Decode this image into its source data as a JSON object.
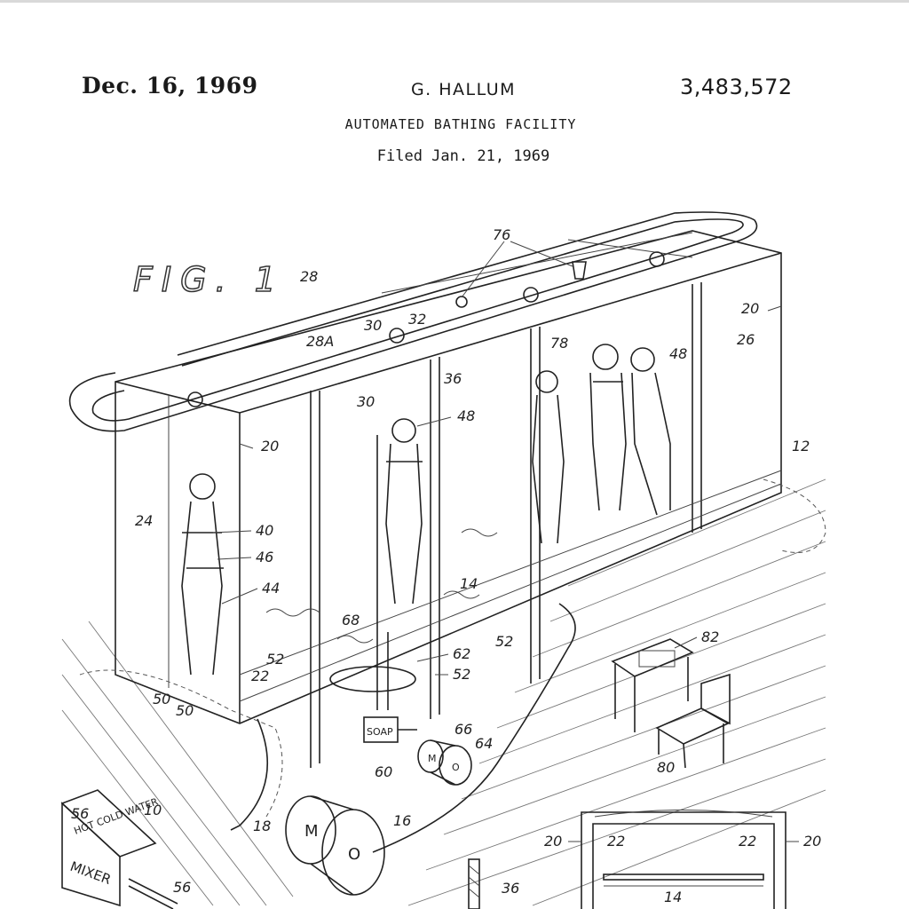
{
  "header": {
    "date": "Dec. 16, 1969",
    "inventor": "G. HALLUM",
    "patent_number": "3,483,572",
    "title": "AUTOMATED BATHING FACILITY",
    "filed": "Filed Jan. 21, 1969"
  },
  "figure": {
    "label": "FIG. 1",
    "reference_numerals": [
      "76",
      "28",
      "28A",
      "30",
      "32",
      "20",
      "26",
      "78",
      "48",
      "36",
      "30",
      "20",
      "12",
      "24",
      "48",
      "40",
      "46",
      "14",
      "44",
      "68",
      "52",
      "82",
      "62",
      "52",
      "52",
      "50",
      "50",
      "22",
      "66",
      "64",
      "60",
      "80",
      "10",
      "56",
      "16",
      "18",
      "20",
      "22",
      "22",
      "20",
      "56",
      "14",
      "36"
    ],
    "box_labels": {
      "soap": "SOAP",
      "motor_small": [
        "M",
        "O"
      ],
      "motor_large": [
        "M",
        "O"
      ],
      "hot_cold_water": "HOT COLD WATER",
      "mixer": "MIXER"
    }
  }
}
